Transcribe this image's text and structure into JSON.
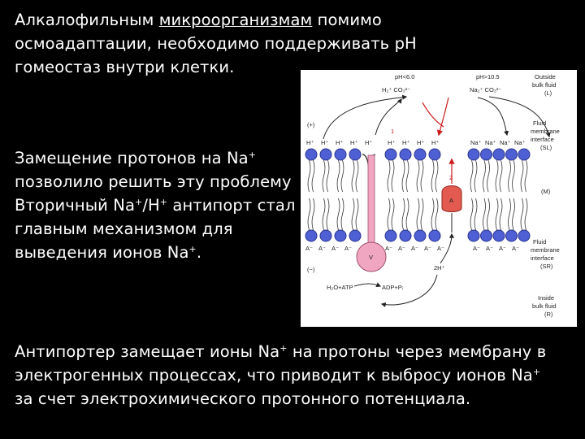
{
  "paragraph1": {
    "line1_a": "Алкалофильным ",
    "line1_b": "микроорганизмам",
    "line1_c": " помимо",
    "line2": "осмоадаптации, необходимо поддерживать pH",
    "line3": "гомеостаз внутри клетки."
  },
  "paragraph2": {
    "line1_a": "Замещение протонов на Na",
    "line1_sup": "+",
    "line2": "позволило решить эту проблему",
    "line3_a": "Вторичный Na",
    "line3_sup1": "+",
    "line3_b": "/H",
    "line3_sup2": "+",
    "line3_c": " антипорт стал",
    "line4": "главным механизмом для",
    "line5_a": "выведения ионов Na",
    "line5_sup": "+",
    "line5_c": "."
  },
  "paragraph3": {
    "line1_a": "Антипортер замещает ионы Na",
    "line1_sup": "+",
    "line1_b": " на протоны через мембрану в",
    "line2_a": "электрогенных процессах, что приводит к выбросу ионов Na",
    "line2_sup": "+",
    "line3": "за счет электрохимического протонного потенциала."
  },
  "figure": {
    "ph_left": "pH<6.0",
    "ph_right": "pH>10.5",
    "left_outside_species": "H₂⁺ CO₃²⁻",
    "right_outside_species": "Na₂⁺ CO₃²⁻",
    "outside_label": [
      "Outside",
      "bulk fluid",
      "(L)"
    ],
    "plus_sign": "(+)",
    "minus_sign": "(−)",
    "top_left_ions": [
      "H⁺",
      "H⁺",
      "H⁺",
      "H⁺",
      "H⁺"
    ],
    "top_mid_ions": [
      "H⁺",
      "H⁺",
      "H⁺",
      "H⁺"
    ],
    "top_right_ions": [
      "Na⁺",
      "Na⁺",
      "Na⁺",
      "Na⁺"
    ],
    "num1": "1",
    "num2": "2",
    "antiporter": "A",
    "vesicle": "V",
    "surface_label": [
      "Fluid",
      "membrane",
      "interface",
      "(SL)"
    ],
    "membrane_label": "(M)",
    "bottom_ion": "A⁻",
    "inner_surface_label": [
      "Fluid",
      "membrane",
      "interface",
      "(SR)"
    ],
    "proton_in": "2H⁺",
    "h2o_atp": "H₂O+ATP",
    "adp_pi": "ADP+Pᵢ",
    "inside_label": [
      "Inside",
      "bulk fluid",
      "(R)"
    ],
    "colors": {
      "lipid_head": "#4f5fd4",
      "vesicle": "#f0a6c0",
      "arrow_red": "#cc1b1b",
      "antiporter": "#e25a50"
    }
  }
}
